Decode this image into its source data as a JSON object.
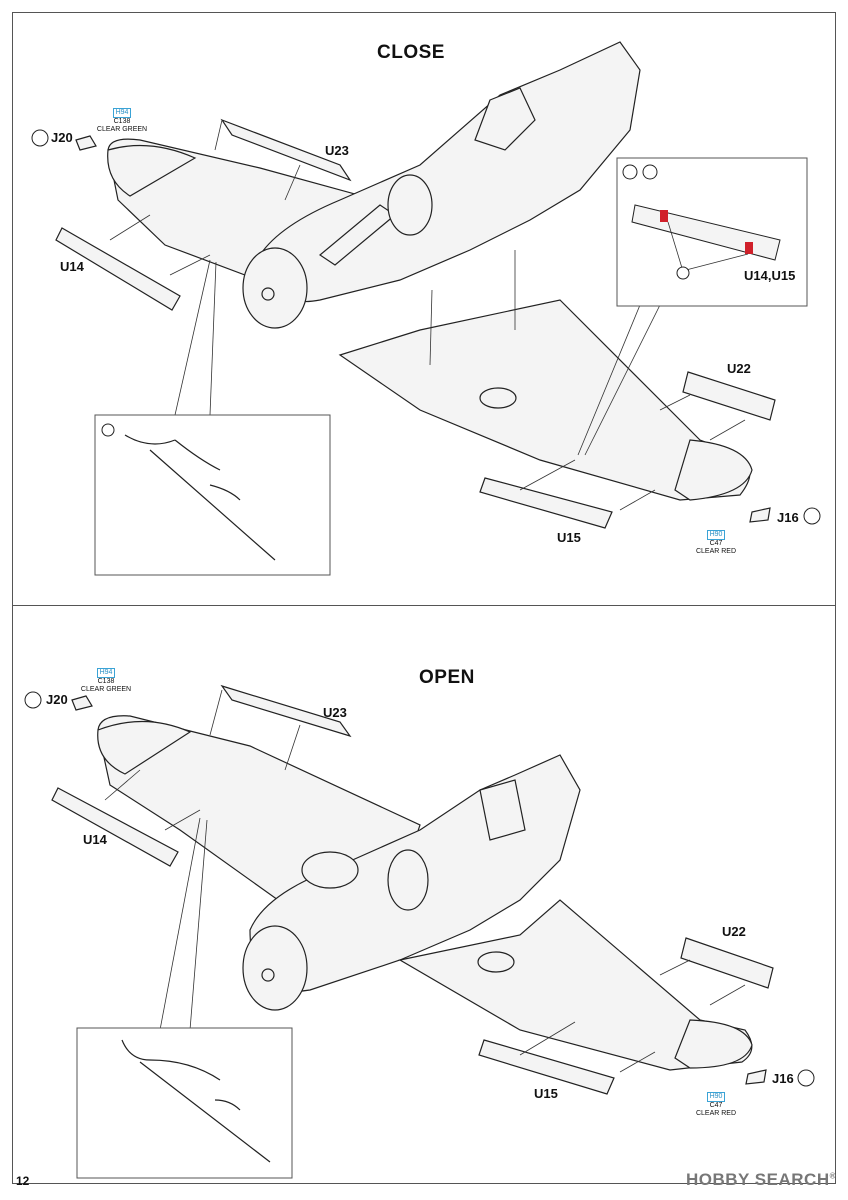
{
  "page_number": "12",
  "watermark": {
    "text": "HOBBY SEARCH",
    "symbol": "®"
  },
  "close": {
    "title": "CLOSE",
    "parts": {
      "j20": "J20",
      "u23": "U23",
      "u14": "U14",
      "u22": "U22",
      "u15": "U15",
      "j16": "J16",
      "u14_u15": "U14,U15"
    },
    "paint_green": {
      "code": "H94",
      "color": "C138",
      "name": "CLEAR GREEN"
    },
    "paint_red": {
      "code": "H90",
      "color": "C47",
      "name": "CLEAR RED"
    }
  },
  "open": {
    "title": "OPEN",
    "parts": {
      "j20": "J20",
      "u23": "U23",
      "u14": "U14",
      "u22": "U22",
      "u15": "U15",
      "j16": "J16"
    },
    "paint_green": {
      "code": "H94",
      "color": "C138",
      "name": "CLEAR GREEN"
    },
    "paint_red": {
      "code": "H90",
      "color": "C47",
      "name": "CLEAR RED"
    }
  },
  "colors": {
    "line": "#222222",
    "fill": "#f2f2f2",
    "red_mark": "#d0202a",
    "blue_code": "#2a8fc4",
    "watermark": "#777777"
  }
}
